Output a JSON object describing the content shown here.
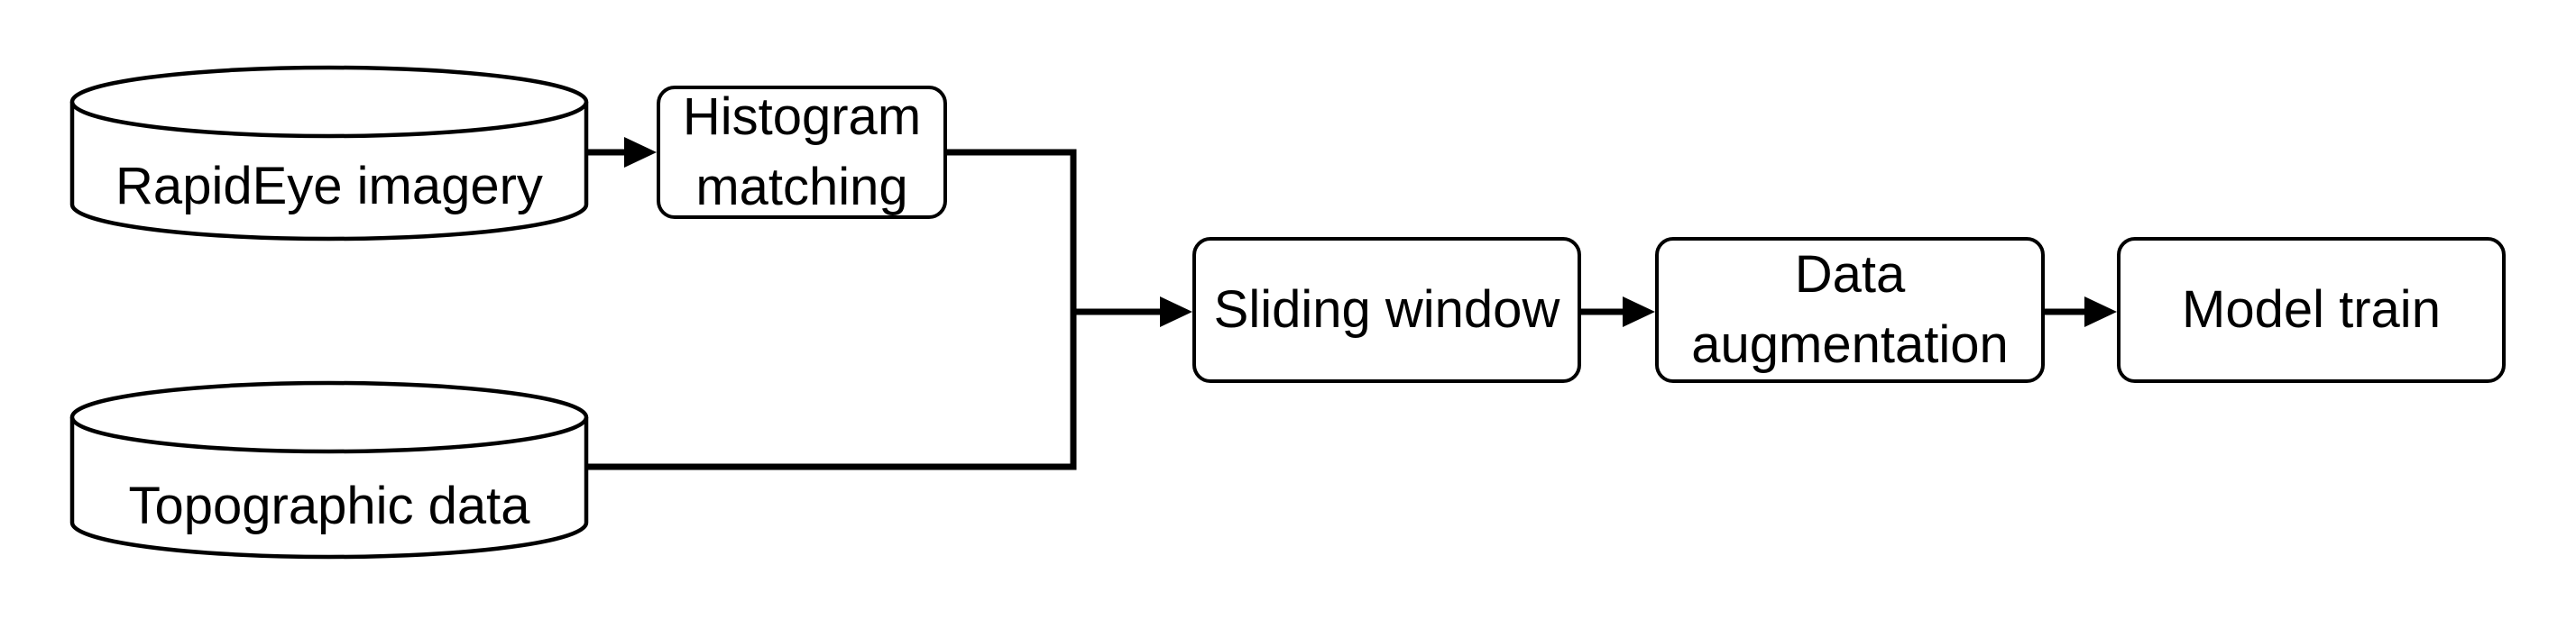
{
  "diagram": {
    "colors": {
      "background": "#ffffff",
      "stroke": "#000000",
      "node_fill": "#ffffff",
      "text": "#000000"
    },
    "nodes": [
      {
        "id": "rapideye-imagery",
        "shape": "cylinder",
        "label": "RapidEye imagery"
      },
      {
        "id": "topographic-data",
        "shape": "cylinder",
        "label": "Topographic data"
      },
      {
        "id": "histogram-matching",
        "shape": "rounded-rect",
        "label": "Histogram matching",
        "lines": [
          "Histogram",
          "matching"
        ]
      },
      {
        "id": "sliding-window",
        "shape": "rounded-rect",
        "label": "Sliding window"
      },
      {
        "id": "data-augmentation",
        "shape": "rounded-rect",
        "label": "Data augmentation",
        "lines": [
          "Data",
          "augmentation"
        ]
      },
      {
        "id": "model-train",
        "shape": "rounded-rect",
        "label": "Model train"
      }
    ],
    "edges": [
      {
        "from": "RapidEye imagery",
        "to": "Histogram matching"
      },
      {
        "from": "Histogram matching",
        "to": "Sliding window"
      },
      {
        "from": "Topographic data",
        "to": "Sliding window"
      },
      {
        "from": "Sliding window",
        "to": "Data augmentation"
      },
      {
        "from": "Data augmentation",
        "to": "Model train"
      }
    ]
  }
}
